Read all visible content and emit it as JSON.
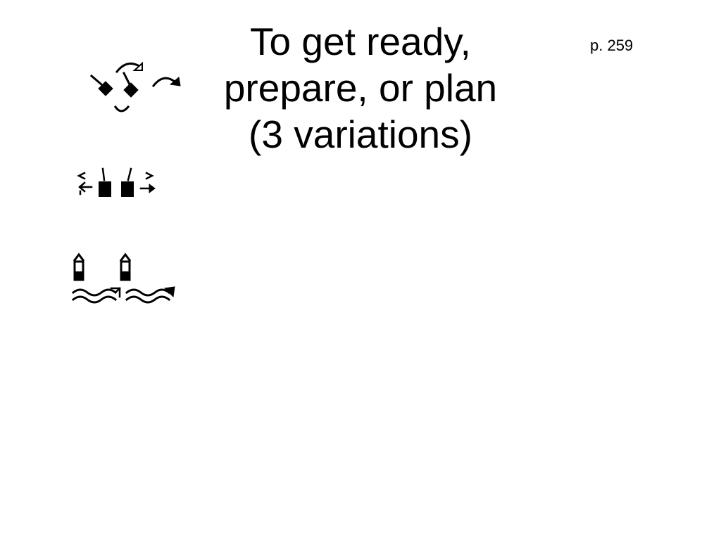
{
  "slide": {
    "title_lines": [
      "To get ready,",
      "prepare, or plan",
      "(3 variations)"
    ],
    "page_ref": "p. 259"
  },
  "signs": [
    {
      "icon": "signwriting-variation-1-icon"
    },
    {
      "icon": "signwriting-variation-2-icon"
    },
    {
      "icon": "signwriting-variation-3-icon"
    }
  ],
  "colors": {
    "background": "#ffffff",
    "ink": "#000000"
  }
}
